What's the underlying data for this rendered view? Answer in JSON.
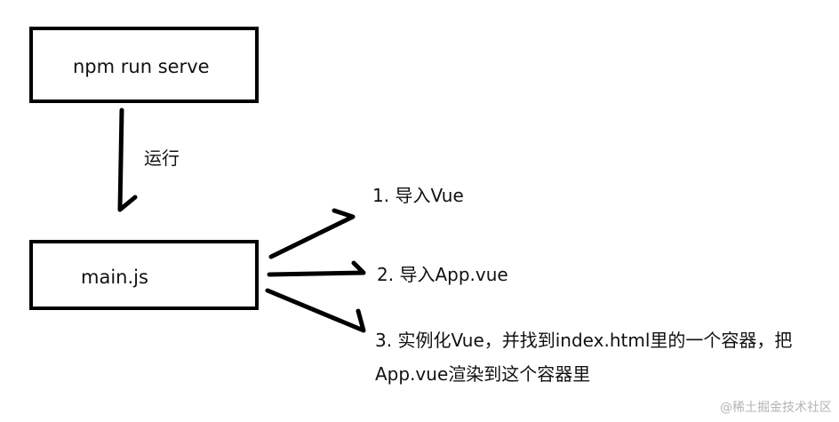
{
  "boxes": {
    "npm": {
      "label": "npm run serve"
    },
    "main": {
      "label": "main.js"
    }
  },
  "connector": {
    "label": "运行"
  },
  "steps": [
    {
      "text": "1. 导入Vue"
    },
    {
      "text": "2. 导入App.vue"
    },
    {
      "line1": "3. 实例化Vue，并找到index.html里的一个容器，把",
      "line2": "App.vue渲染到这个容器里"
    }
  ],
  "watermark": "@稀土掘金技术社区"
}
